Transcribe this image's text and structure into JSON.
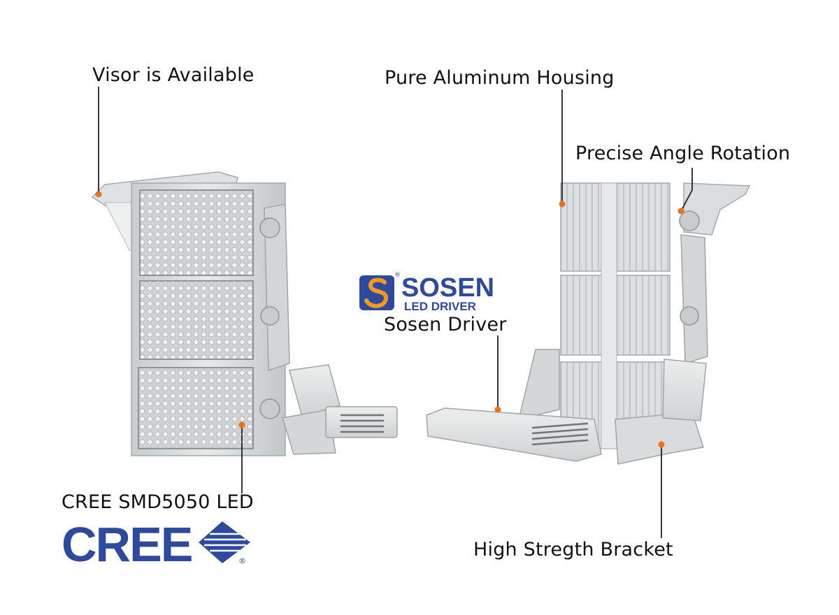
{
  "callouts": {
    "visor": "Visor is Available",
    "housing": "Pure Aluminum Housing",
    "rotation": "Precise Angle Rotation",
    "driver": "Sosen Driver",
    "led": "CREE SMD5050 LED",
    "bracket": "High Stregth Bracket"
  },
  "logos": {
    "sosen_name": "SOSEN",
    "sosen_sub": "LED DRIVER",
    "sosen_reg": "®",
    "cree_name": "CREE",
    "cree_reg": "®"
  },
  "colors": {
    "callout_dot": "#e8731a",
    "leader_line": "#222222",
    "brand_blue": "#2e4a9e",
    "brand_orange": "#f29a1c",
    "housing_grey": "#d9dcdd"
  },
  "icons": {
    "sosen": "sosen-s-emblem-icon",
    "cree": "cree-diamond-icon"
  }
}
